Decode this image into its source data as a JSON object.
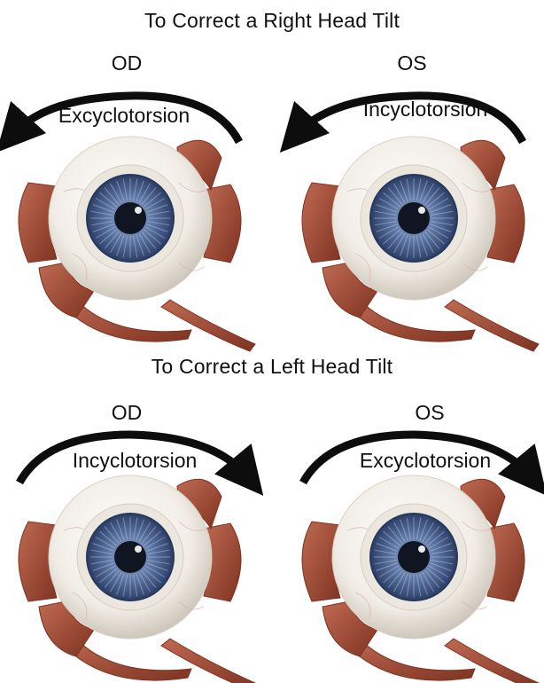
{
  "sections": [
    {
      "title": "To Correct a Right Head Tilt",
      "eyes": [
        {
          "side_label": "OD",
          "torsion_label": "Excyclotorsion",
          "arrow_direction": "counterclockwise"
        },
        {
          "side_label": "OS",
          "torsion_label": "Incyclotorsion",
          "arrow_direction": "counterclockwise"
        }
      ]
    },
    {
      "title": "To Correct a Left Head Tilt",
      "eyes": [
        {
          "side_label": "OD",
          "torsion_label": "Incyclotorsion",
          "arrow_direction": "clockwise"
        },
        {
          "side_label": "OS",
          "torsion_label": "Excyclotorsion",
          "arrow_direction": "clockwise"
        }
      ]
    }
  ],
  "colors": {
    "muscle": "#a8503a",
    "muscle_dark": "#7e3322",
    "sclera": "#f1ede6",
    "iris": "#5a73a0",
    "pupil": "#101522",
    "arrow": "#0d0d0d"
  }
}
